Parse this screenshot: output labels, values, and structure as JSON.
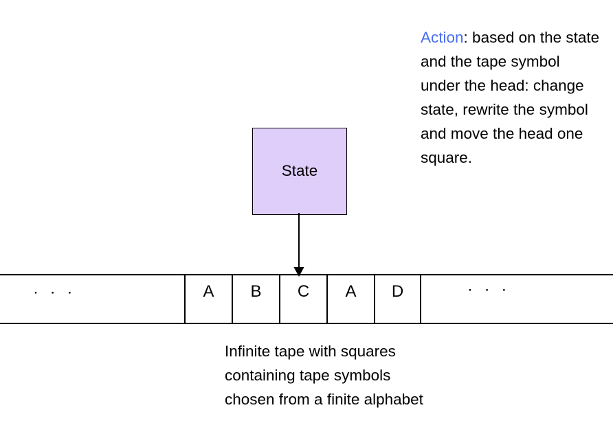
{
  "diagram": {
    "title": "Turing machine diagram",
    "colors": {
      "state_fill": "#dfcef9",
      "state_border": "#000000",
      "accent_blue": "#4a6ef0",
      "text": "#000000",
      "background": "#ffffff"
    },
    "action_note": {
      "keyword": "Action",
      "body": ": based on the state and the tape symbol under the head: change state, rewrite the symbol and move the head one square."
    },
    "state_box": {
      "label": "State"
    },
    "tape": {
      "left_ellipsis": "· · ·",
      "right_ellipsis": "· · ·",
      "cells": [
        {
          "symbol": "A"
        },
        {
          "symbol": "B"
        },
        {
          "symbol": "C"
        },
        {
          "symbol": "A"
        },
        {
          "symbol": "D"
        }
      ],
      "head_position_index": 2
    },
    "tape_caption": "Infinite tape with squares containing tape symbols chosen from a finite alphabet"
  }
}
